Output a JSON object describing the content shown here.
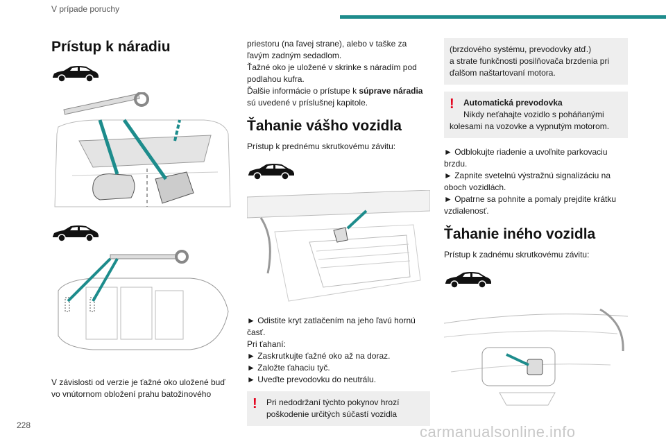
{
  "header": {
    "section": "V prípade poruchy",
    "accent_color": "#1d8c8c"
  },
  "page_number": "228",
  "watermark": "carmanualsonline.info",
  "col1": {
    "title": "Prístup k náradiu",
    "text": [
      "V závislosti od verzie je ťažné oko uložené buď",
      "vo vnútornom obložení prahu batožinového"
    ]
  },
  "col2": {
    "intro": [
      "priestoru (na ľavej strane), alebo v taške za",
      "ľavým zadným sedadlom.",
      "Ťažné oko je uložené v skrinke s náradím pod",
      "podlahou kufra."
    ],
    "more_prefix": "Ďalšie informácie o prístupe k ",
    "more_bold": "súprave náradia",
    "more_suffix": "sú uvedené v príslušnej kapitole.",
    "title": "Ťahanie vášho vozidla",
    "sub": "Prístup k prednému skrutkovému závitu:",
    "steps": [
      "► Odistite kryt zatlačením na jeho ľavú hornú",
      "časť.",
      "Pri ťahaní:",
      "► Zaskrutkujte ťažné oko až na doraz.",
      "► Založte ťahaciu tyč.",
      "► Uveďte prevodovku do neutrálu."
    ],
    "warning": [
      "Pri nedodržaní týchto pokynov hrozí",
      "poškodenie určitých súčastí vozidla"
    ]
  },
  "col3": {
    "note_cont": [
      "(brzdového systému, prevodovky atď.)",
      "a strate funkčnosti posilňovača brzdenia pri",
      "ďalšom naštartovaní motora."
    ],
    "auto_title": "Automatická prevodovka",
    "auto_text": [
      "Nikdy neťahajte vozidlo s poháňanými",
      "kolesami na vozovke a vypnutým motorom."
    ],
    "steps": [
      "► Odblokujte riadenie a uvoľnite parkovaciu",
      "brzdu.",
      "► Zapnite svetelnú výstražnú signalizáciu na",
      "oboch vozidlách.",
      "► Opatrne sa pohnite a pomaly prejdite krátku",
      "vzdialenosť."
    ],
    "title": "Ťahanie iného vozidla",
    "sub": "Prístup k zadnému skrutkovému závitu:"
  },
  "warning_mark": "!"
}
